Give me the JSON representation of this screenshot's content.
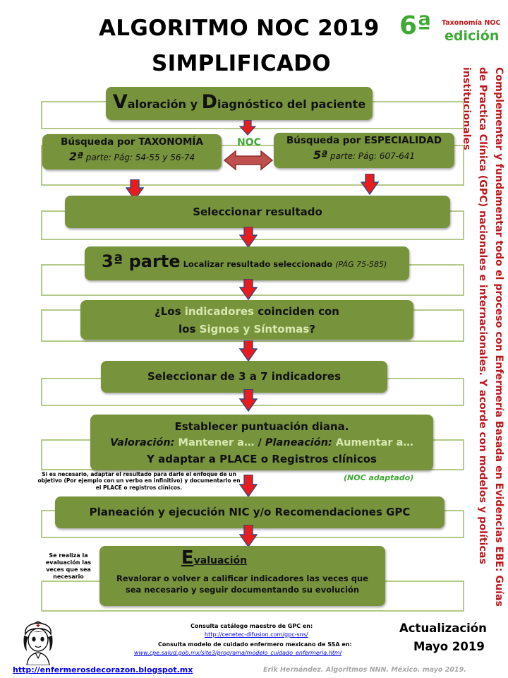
{
  "title": {
    "line1": "ALGORITMO NOC 2019",
    "line2": "SIMPLIFICADO"
  },
  "edition": {
    "number": "6ª",
    "tax_label": "Taxonomía NOC",
    "edition_label": "edición"
  },
  "side_text": "Complementar y fundamentar todo el proceso con Enfermería Basada en Evidencias EBE: Guías de Practica Clínica (GPC) nacionales e internacionales. Y acorde con modelos y políticas institucionales",
  "steps": {
    "valoracion": {
      "v": "V",
      "aloracion": "aloración y ",
      "d": "D",
      "iagnostico": "iagnóstico del paciente"
    },
    "taxonomia": {
      "label": "Búsqueda por TAXONOMÍA",
      "part": "2ª",
      "part_rest": " parte: Pág: 54-55  y  56-74"
    },
    "especialidad": {
      "label": "Búsqueda por ESPECIALIDAD",
      "part": "5ª",
      "part_rest": " parte: Pág: 607-641"
    },
    "noc_label": "NOC",
    "seleccionar": "Seleccionar resultado",
    "tercera": {
      "big": "3ª parte",
      "text": " Localizar resultado seleccionado ",
      "page": "(PÁG 75-585)"
    },
    "indicadores": {
      "q1": "¿Los ",
      "ind": "indicadores",
      "q2": " coinciden con",
      "q3": "los ",
      "signos": "Signos",
      "y": " y ",
      "sintomas": "Síntomas",
      "q4": "?"
    },
    "seleccionar_ind": "Seleccionar de 3 a 7 indicadores",
    "diana": {
      "line1": "Establecer puntuación diana.",
      "val": "Valoración:",
      "mant": " Mantener a…",
      "slash": " / ",
      "plan": "Planeación:",
      "aum": " Aumentar a…",
      "line3": "Y adaptar  a PLACE o Registros clínicos"
    },
    "noc_adaptado": "(NOC adaptado)",
    "note_left": "Si es necesario, adaptar  el resultado para darle el enfoque de un objetivo (Por ejemplo con un verbo  en infinitivo) y documentarlo  en el PLACE o registros clínicos.",
    "planeacion": "Planeación  y ejecución NIC y/o Recomendaciones GPC",
    "evaluacion": {
      "e": "E",
      "rest": "valuación",
      "desc": "Revalorar o volver a calificar indicadores las veces que sea necesario y seguir documentando su evolución"
    },
    "eval_note": "Se realiza la evaluación las veces que sea necesario"
  },
  "footer": {
    "gpc_label": "Consulta catálogo maestro de GPC en:",
    "gpc_url": "http://cenetec-difusion.com/gpc-sns/",
    "ssa_label": "Consulta modelo de cuidado enfermero mexicano de SSA en:",
    "ssa_url": "www.cpe.salud.gob.mx/site3/programa/modelo_cuidado_enfermeria.html",
    "blog_url": "http://enfermerosdecorazon.blogspot.mx",
    "update_label": "Actualización",
    "update_date": "Mayo  2019",
    "credit": "Erik Hernández. Algoritmos NNN. México. mayo 2019."
  },
  "colors": {
    "box_green": "#77933c",
    "frame_green": "#b5c98a",
    "arrow_red": "#e81c1c",
    "arrow_blue": "#2c4a86",
    "side_red": "#c0161b",
    "edition_green": "#3fa935",
    "link_blue": "#0000ee"
  }
}
